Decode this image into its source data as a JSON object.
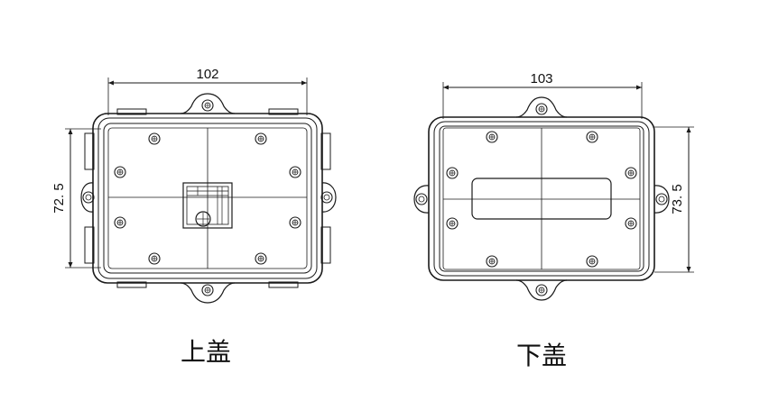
{
  "upper_cover": {
    "caption": "上盖",
    "width_dim": "102",
    "height_dim": "72. 5"
  },
  "lower_cover": {
    "caption": "下盖",
    "width_dim": "103",
    "height_dim": "73. 5"
  }
}
